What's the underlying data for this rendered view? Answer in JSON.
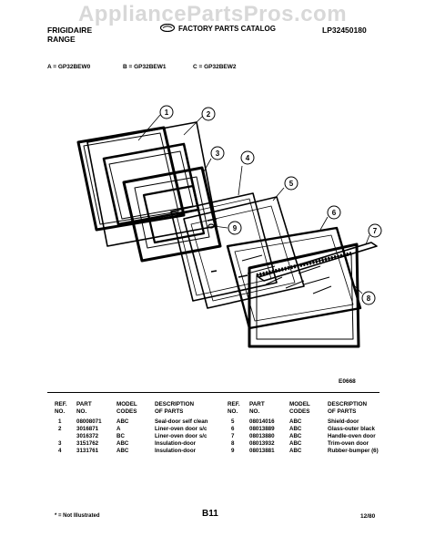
{
  "watermark": "AppliancePartsPros.com",
  "header": {
    "brand_line1": "FRIGIDAIRE",
    "brand_line2": "RANGE",
    "catalog_title": "FACTORY PARTS CATALOG",
    "catalog_number": "LP32450180"
  },
  "models": {
    "a": "A = GP32BEW0",
    "b": "B = GP32BEW1",
    "c": "C = GP32BEW2"
  },
  "diagram": {
    "callouts": [
      "1",
      "2",
      "3",
      "4",
      "5",
      "6",
      "7",
      "8",
      "9"
    ],
    "figure_id": "E0668"
  },
  "table": {
    "headers": {
      "ref": [
        "REF.",
        "NO."
      ],
      "part": [
        "PART",
        "NO."
      ],
      "model": [
        "MODEL",
        "CODES"
      ],
      "desc": [
        "DESCRIPTION",
        "OF PARTS"
      ]
    },
    "left_rows": [
      {
        "ref": "1",
        "part": "08008071",
        "model": "ABC",
        "desc": "Seal-door self clean"
      },
      {
        "ref": "2",
        "part": "3016871",
        "model": "A",
        "desc": "Liner-oven door s/c"
      },
      {
        "ref": "",
        "part": "3016372",
        "model": "BC",
        "desc": "Liner-oven door s/c"
      },
      {
        "ref": "3",
        "part": "3151762",
        "model": "ABC",
        "desc": "Insulation-door"
      },
      {
        "ref": "4",
        "part": "3131761",
        "model": "ABC",
        "desc": "Insulation-door"
      }
    ],
    "right_rows": [
      {
        "ref": "5",
        "part": "08014016",
        "model": "ABC",
        "desc": "Shield-door"
      },
      {
        "ref": "6",
        "part": "08013889",
        "model": "ABC",
        "desc": "Glass-outer black"
      },
      {
        "ref": "7",
        "part": "08013880",
        "model": "ABC",
        "desc": "Handle-oven door"
      },
      {
        "ref": "8",
        "part": "08013932",
        "model": "ABC",
        "desc": "Trim-oven door"
      },
      {
        "ref": "9",
        "part": "08013881",
        "model": "ABC",
        "desc": "Rubber-bumper (6)"
      }
    ]
  },
  "footer": {
    "note": "* = Not Illustrated",
    "page": "B11",
    "date": "12/80"
  }
}
